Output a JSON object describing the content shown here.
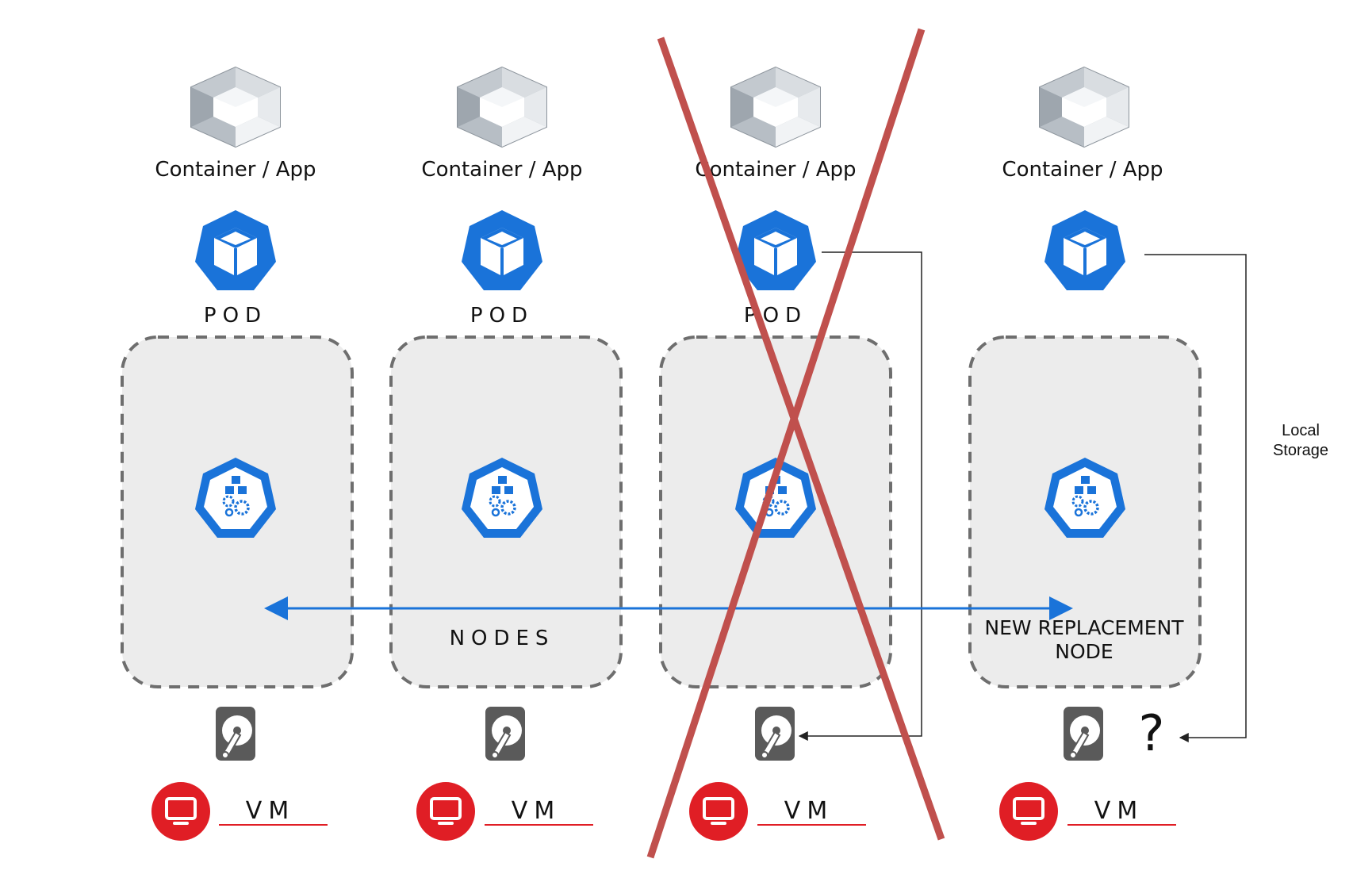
{
  "columns": [
    {
      "container_label": "Container / App",
      "pod_label": "POD",
      "node_label": "",
      "vm_label": "VM"
    },
    {
      "container_label": "Container / App",
      "pod_label": "POD",
      "node_label": "NODES",
      "vm_label": "VM"
    },
    {
      "container_label": "Container / App",
      "pod_label": "POD",
      "node_label": "",
      "vm_label": "VM"
    },
    {
      "container_label": "Container / App",
      "pod_label": "",
      "node_label_line1": "NEW REPLACEMENT",
      "node_label_line2": "NODE",
      "vm_label": "VM",
      "disk_mark": "?"
    }
  ],
  "side_label": {
    "line1": "Local",
    "line2": "Storage"
  },
  "colors": {
    "kube_blue": "#1a73d9",
    "vm_red": "#e01e25",
    "cross_red": "#c0504d",
    "node_fill": "#ececec",
    "node_border": "#6e6e6e",
    "disk_gray": "#5a5a5a",
    "container_gray": "#b9bfc6"
  },
  "icons": [
    "container-icon",
    "pod-icon",
    "kubelet-icon",
    "disk-icon",
    "vm-icon"
  ]
}
